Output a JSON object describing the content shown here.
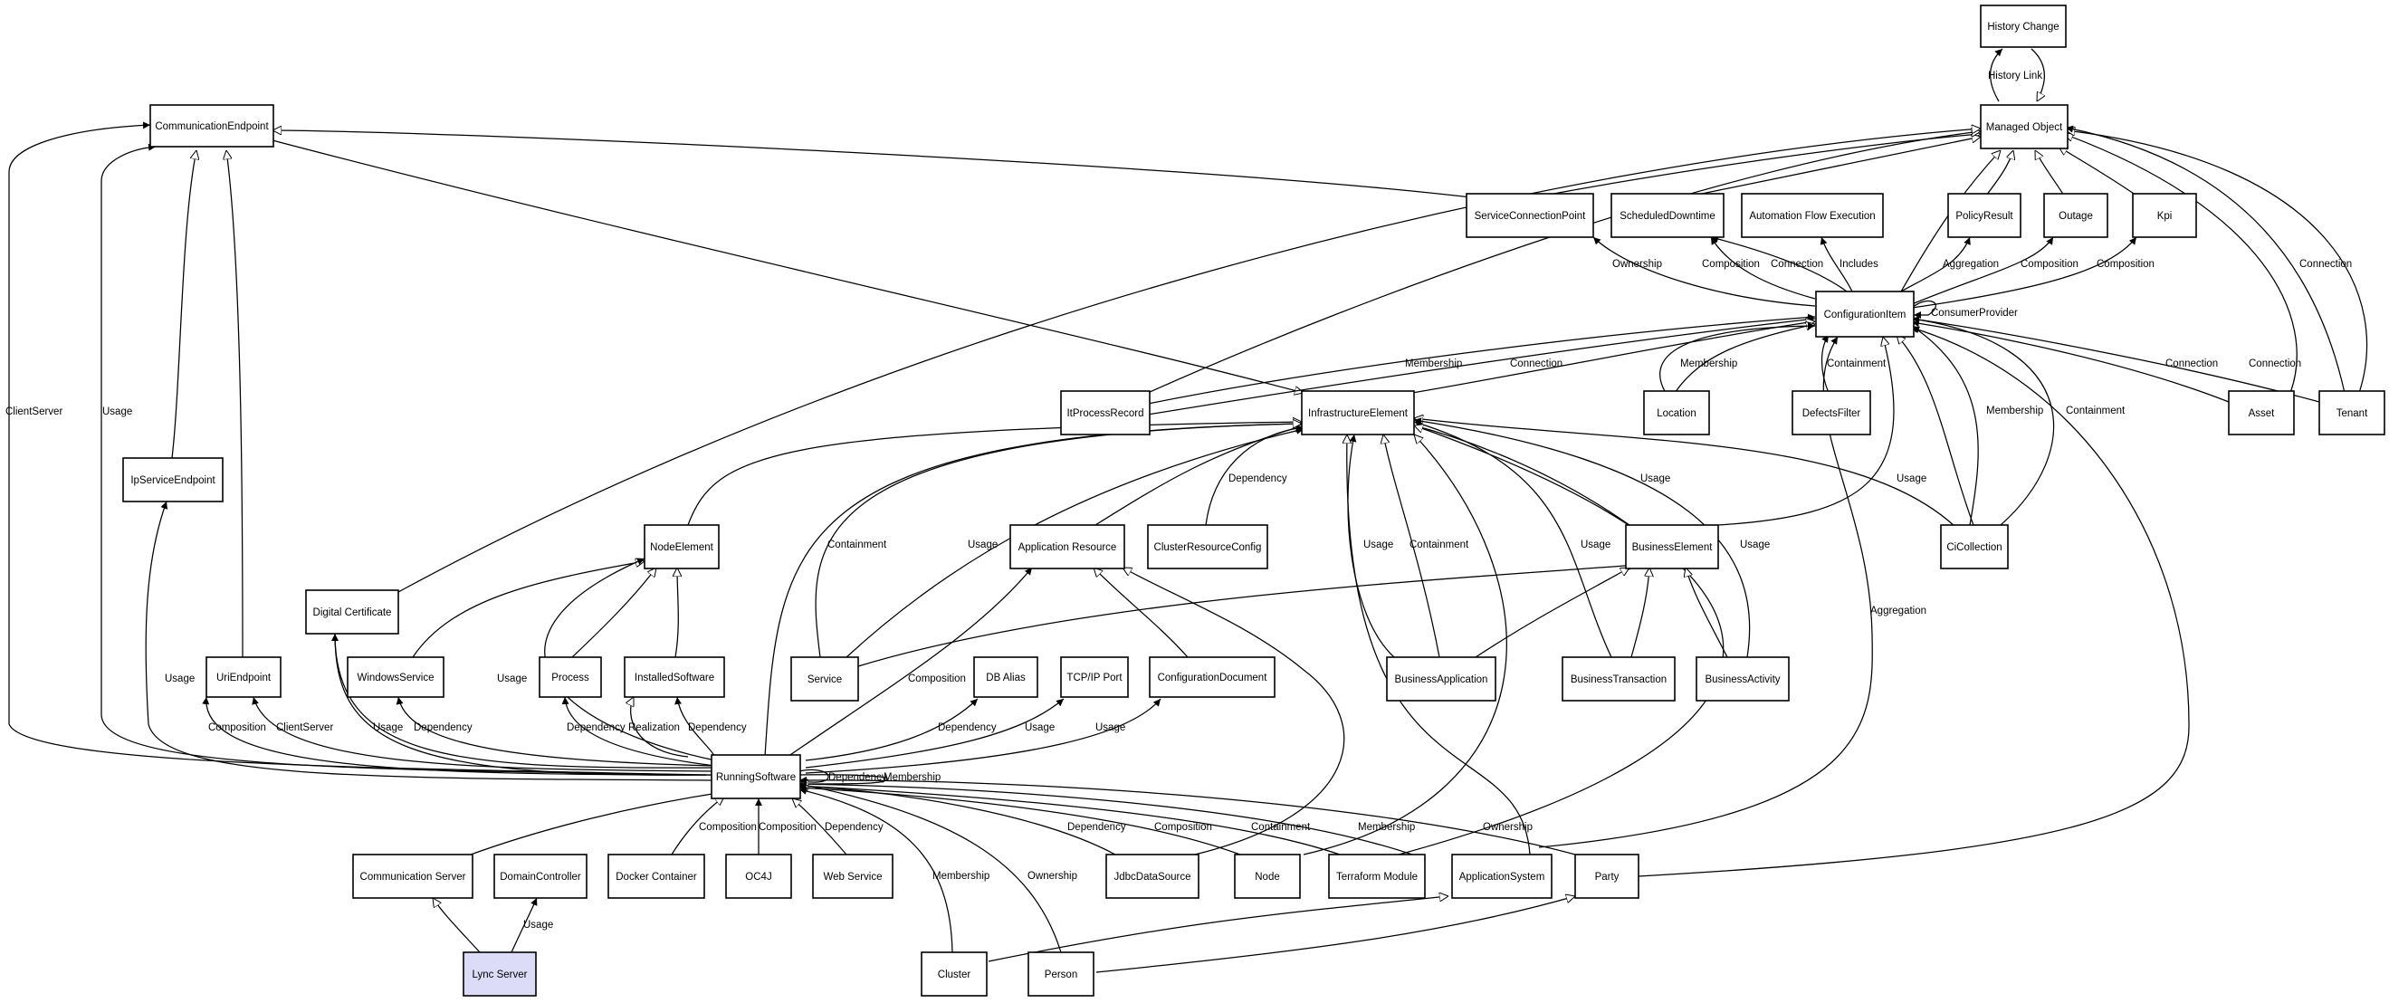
{
  "colors": {
    "line": "#000000",
    "node_fill": "#ffffff",
    "highlight_fill": "#dcdcf8"
  },
  "nodes": {
    "history_change": "History Change",
    "managed_object": "Managed Object",
    "communication_endpoint": "CommunicationEndpoint",
    "service_connection_point": "ServiceConnectionPoint",
    "scheduled_downtime": "ScheduledDowntime",
    "automation_flow_execution": "Automation Flow Execution",
    "policy_result": "PolicyResult",
    "outage": "Outage",
    "kpi": "Kpi",
    "configuration_item": "ConfigurationItem",
    "it_process_record": "ItProcessRecord",
    "infrastructure_element": "InfrastructureElement",
    "location": "Location",
    "defects_filter": "DefectsFilter",
    "asset": "Asset",
    "tenant": "Tenant",
    "ip_service_endpoint": "IpServiceEndpoint",
    "node_element": "NodeElement",
    "application_resource": "Application Resource",
    "cluster_resource_config": "ClusterResourceConfig",
    "business_element": "BusinessElement",
    "ci_collection": "CiCollection",
    "digital_certificate": "Digital Certificate",
    "uri_endpoint": "UriEndpoint",
    "windows_service": "WindowsService",
    "process": "Process",
    "installed_software": "InstalledSoftware",
    "service": "Service",
    "db_alias": "DB Alias",
    "tcp_ip_port": "TCP/IP Port",
    "configuration_document": "ConfigurationDocument",
    "business_application": "BusinessApplication",
    "business_transaction": "BusinessTransaction",
    "business_activity": "BusinessActivity",
    "running_software": "RunningSoftware",
    "communication_server": "Communication Server",
    "domain_controller": "DomainController",
    "docker_container": "Docker Container",
    "oc4j": "OC4J",
    "web_service": "Web Service",
    "jdbc_data_source": "JdbcDataSource",
    "node": "Node",
    "terraform_module": "Terraform Module",
    "application_system": "ApplicationSystem",
    "party": "Party",
    "lync_server": "Lync Server",
    "cluster": "Cluster",
    "person": "Person"
  },
  "edge_labels": {
    "history_link": "History Link",
    "client_server_left": "ClientServer",
    "usage_left": "Usage",
    "ownership_scp": "Ownership",
    "composition_sdt": "Composition",
    "connection_afe": "Connection",
    "includes_afe": "Includes",
    "aggregation_pr": "Aggregation",
    "composition_outage": "Composition",
    "composition_kpi": "Composition",
    "consumer_provider": "ConsumerProvider",
    "connection_tenant_mo": "Connection",
    "membership_itpr": "Membership",
    "connection_itpr": "Connection",
    "membership_loc": "Membership",
    "containment_df": "Containment",
    "connection_asset": "Connection",
    "connection_tenant": "Connection",
    "dependency_crc": "Dependency",
    "containment_service": "Containment",
    "usage_service": "Usage",
    "usage_be": "Usage",
    "usage_be_ci": "Usage",
    "usage_ba": "Usage",
    "containment_ba": "Containment",
    "usage_bt": "Usage",
    "usage_bact": "Usage",
    "membership_cic": "Membership",
    "containment_cic": "Containment",
    "aggregation_as": "Aggregation",
    "usage_rs_ip": "Usage",
    "composition_uri": "Composition",
    "client_server_uri": "ClientServer",
    "usage_dc": "Usage",
    "dependency_ws": "Dependency",
    "usage_ne": "Usage",
    "dependency_proc": "Dependency",
    "realization_is": "Realization",
    "dependency_is": "Dependency",
    "composition_ar": "Composition",
    "dependency_db": "Dependency",
    "usage_tcp": "Usage",
    "usage_cd": "Usage",
    "dependency_self": "Dependency",
    "membership_self": "Membership",
    "composition_docker": "Composition",
    "composition_oc4j": "Composition",
    "dependency_web": "Dependency",
    "dependency_jdbc": "Dependency",
    "composition_node": "Composition",
    "containment_tf": "Containment",
    "membership_as": "Membership",
    "ownership_party": "Ownership",
    "membership_cluster": "Membership",
    "ownership_person": "Ownership",
    "usage_lync": "Usage"
  }
}
